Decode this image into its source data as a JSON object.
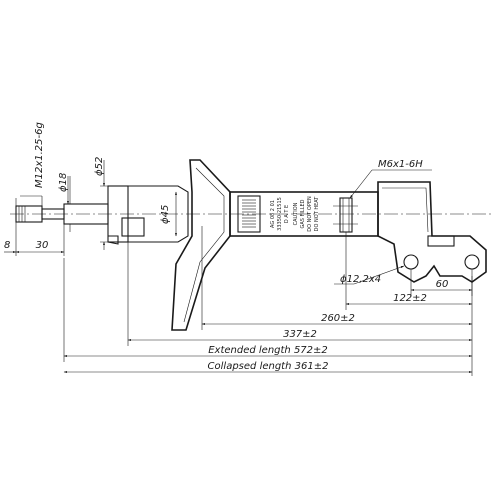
{
  "dimensions": {
    "thread_spec": "M12x1.25-6g",
    "rod_diameter": "ϕ18",
    "cap_diameter": "ϕ52",
    "body_diameter": "ϕ45",
    "bracket_thread": "M6x1-6H",
    "bolt_holes": "ϕ12,2x4",
    "dim_8": "8",
    "dim_30": "30",
    "dim_60": "60",
    "dim_122": "122±2",
    "dim_260": "260±2",
    "dim_337": "337±2",
    "extended_length": "Extended length 572±2",
    "collapsed_length": "Collapsed length 361±2"
  },
  "label": {
    "line1": "AG 08 2 01",
    "line2": "33350-21515",
    "line3": "D A T E",
    "line4": "CAUTION",
    "line5": "GAS FILLED",
    "line6": "DO NOT OPEN",
    "line7": "DO NOT HEAT"
  }
}
